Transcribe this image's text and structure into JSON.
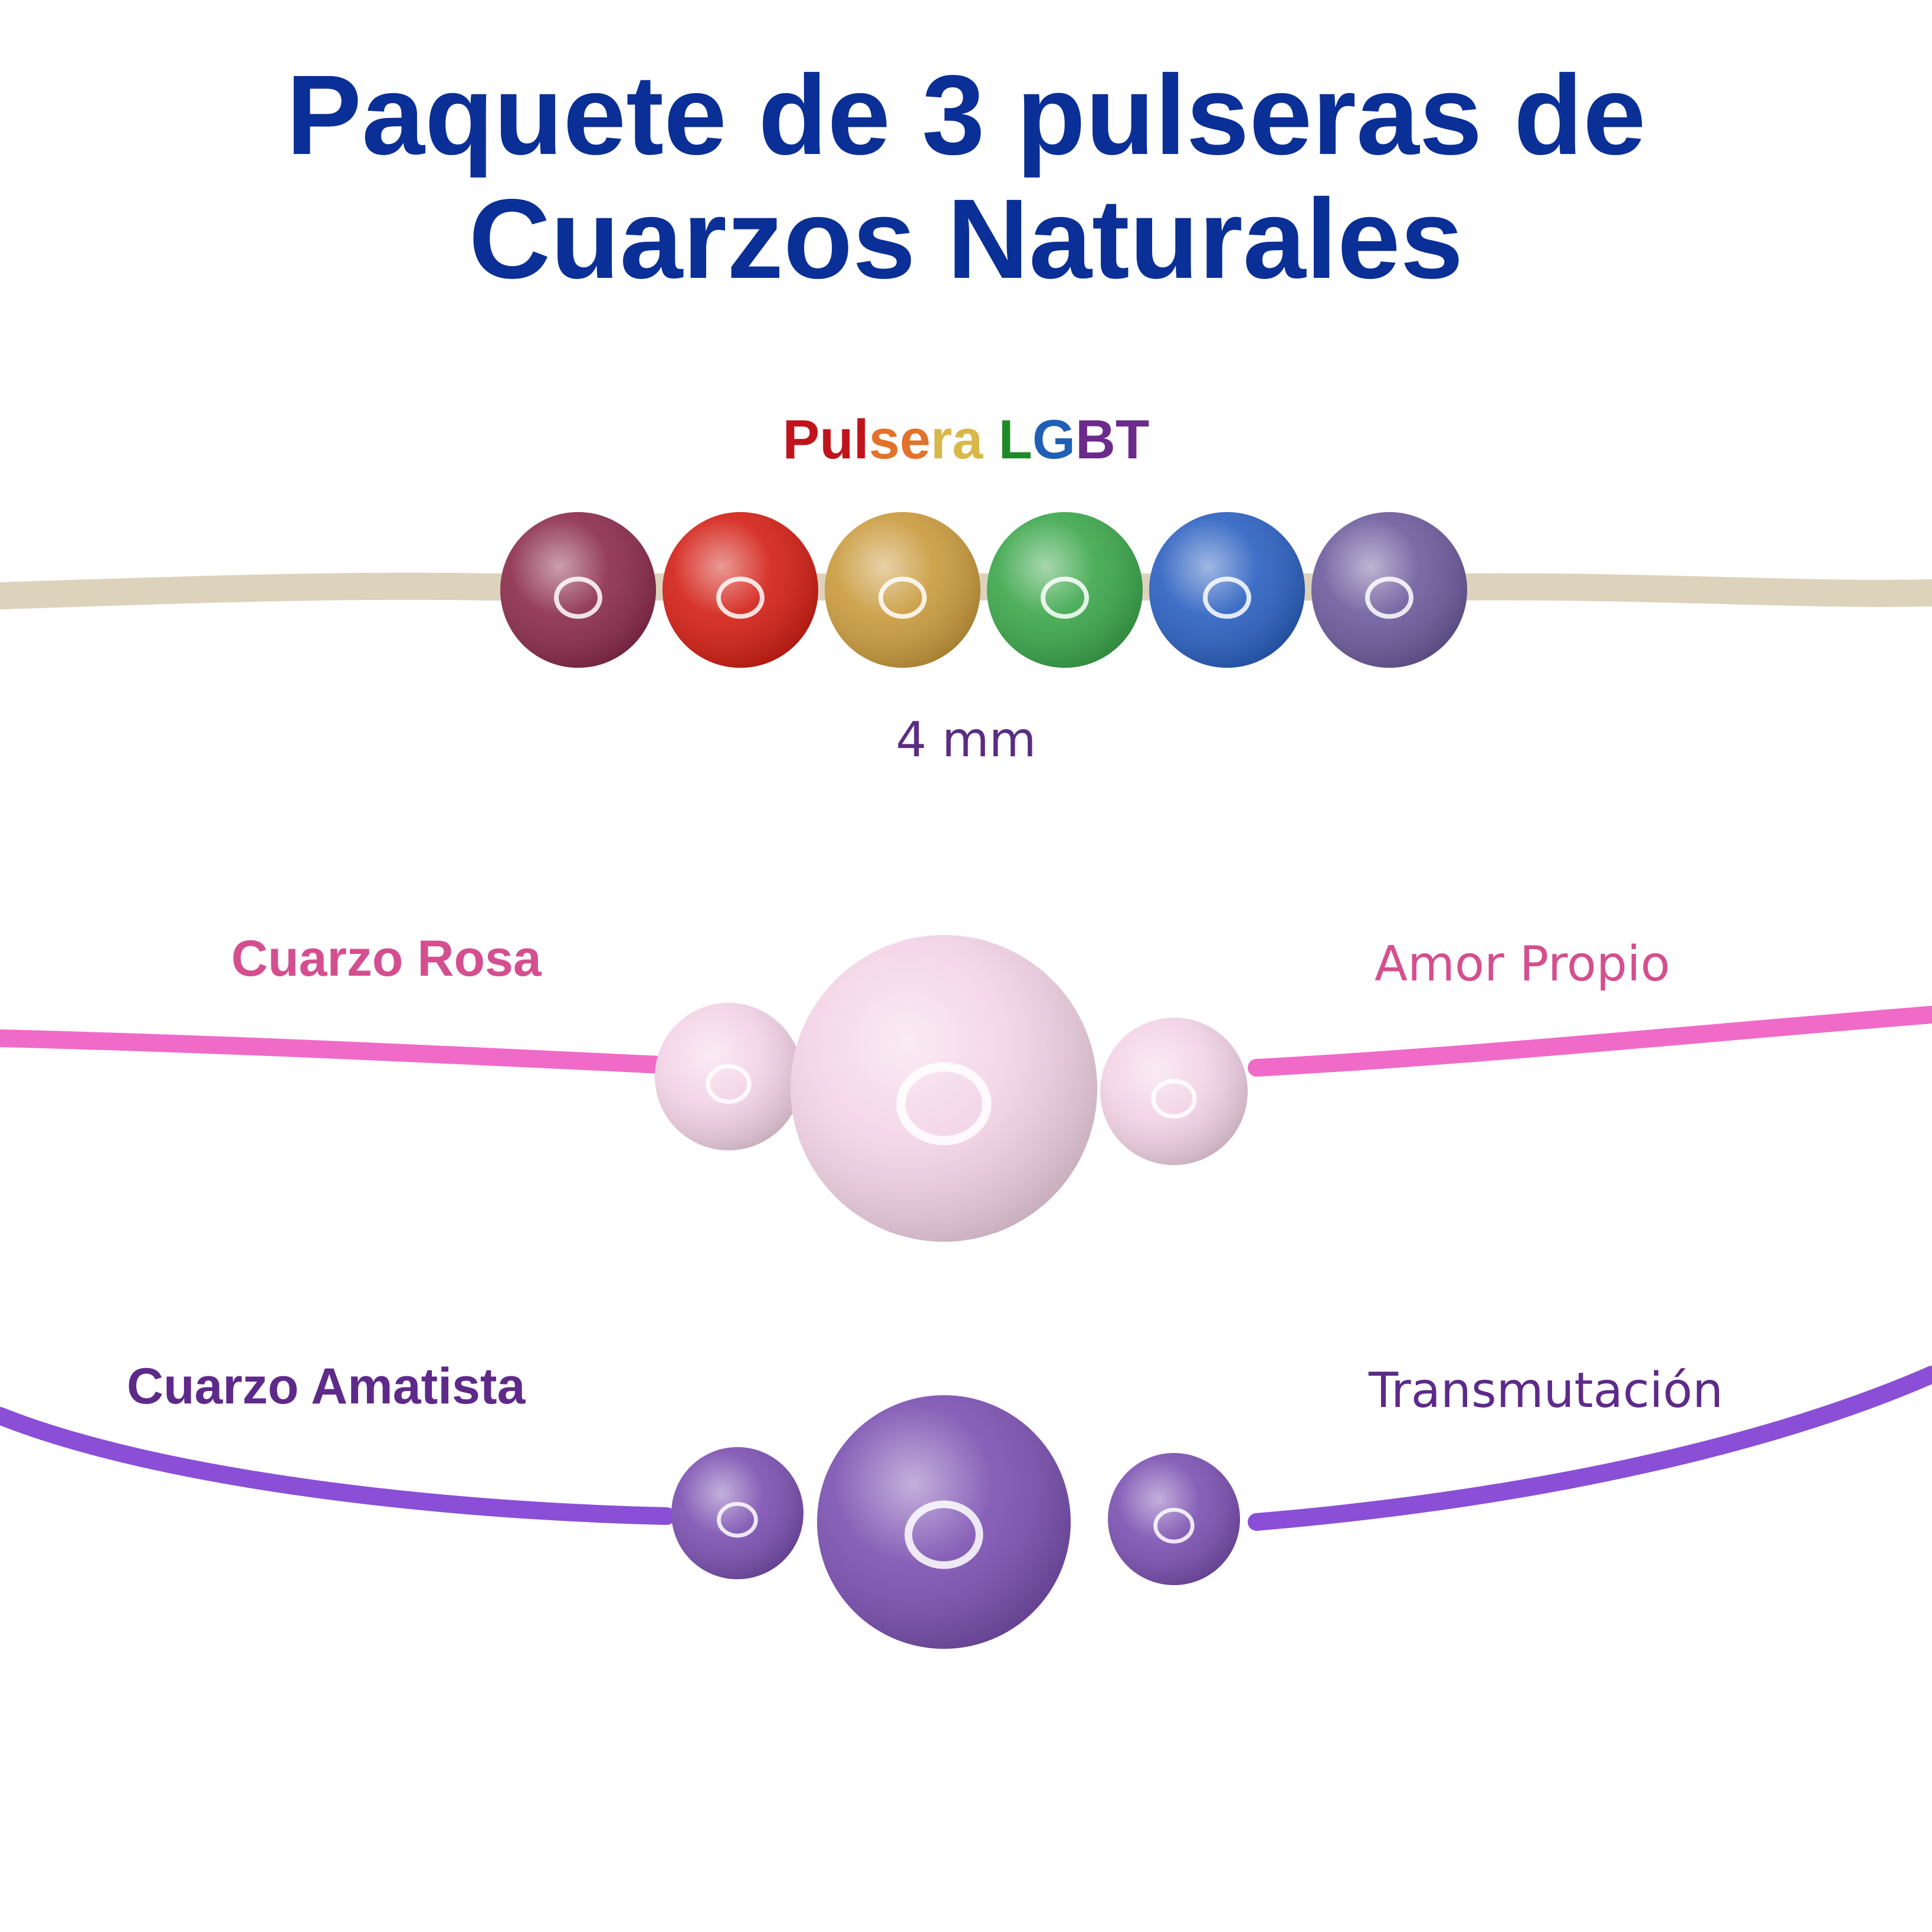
{
  "title": {
    "line1": "Paquete de 3 pulseras de",
    "line2": "Cuarzos Naturales"
  },
  "lgbt": {
    "label_parts": [
      "Pul",
      "se",
      "ra ",
      "L",
      "G",
      "BT"
    ],
    "label_colors": [
      "#c0141c",
      "#e3722a",
      "#d8b84a",
      "#1f8a2a",
      "#1f5fb5",
      "#6a2b8a"
    ],
    "size": "4 mm",
    "bead_colors": [
      "#8a2a4a",
      "#d21e14",
      "#c99a3c",
      "#3aa64a",
      "#2a5fc0",
      "#6c5a9c"
    ],
    "cord_color": "#ddd3bd"
  },
  "rosa": {
    "name": "Cuarzo Rosa",
    "meaning": "Amor Propio",
    "cord_color": "#f06ac8",
    "bead_color": "#f3d3e6"
  },
  "amatista": {
    "name": "Cuarzo Amatista",
    "meaning": "Transmutación",
    "cord_color": "#8a4fd6",
    "bead_color": "#7a4fb0"
  }
}
